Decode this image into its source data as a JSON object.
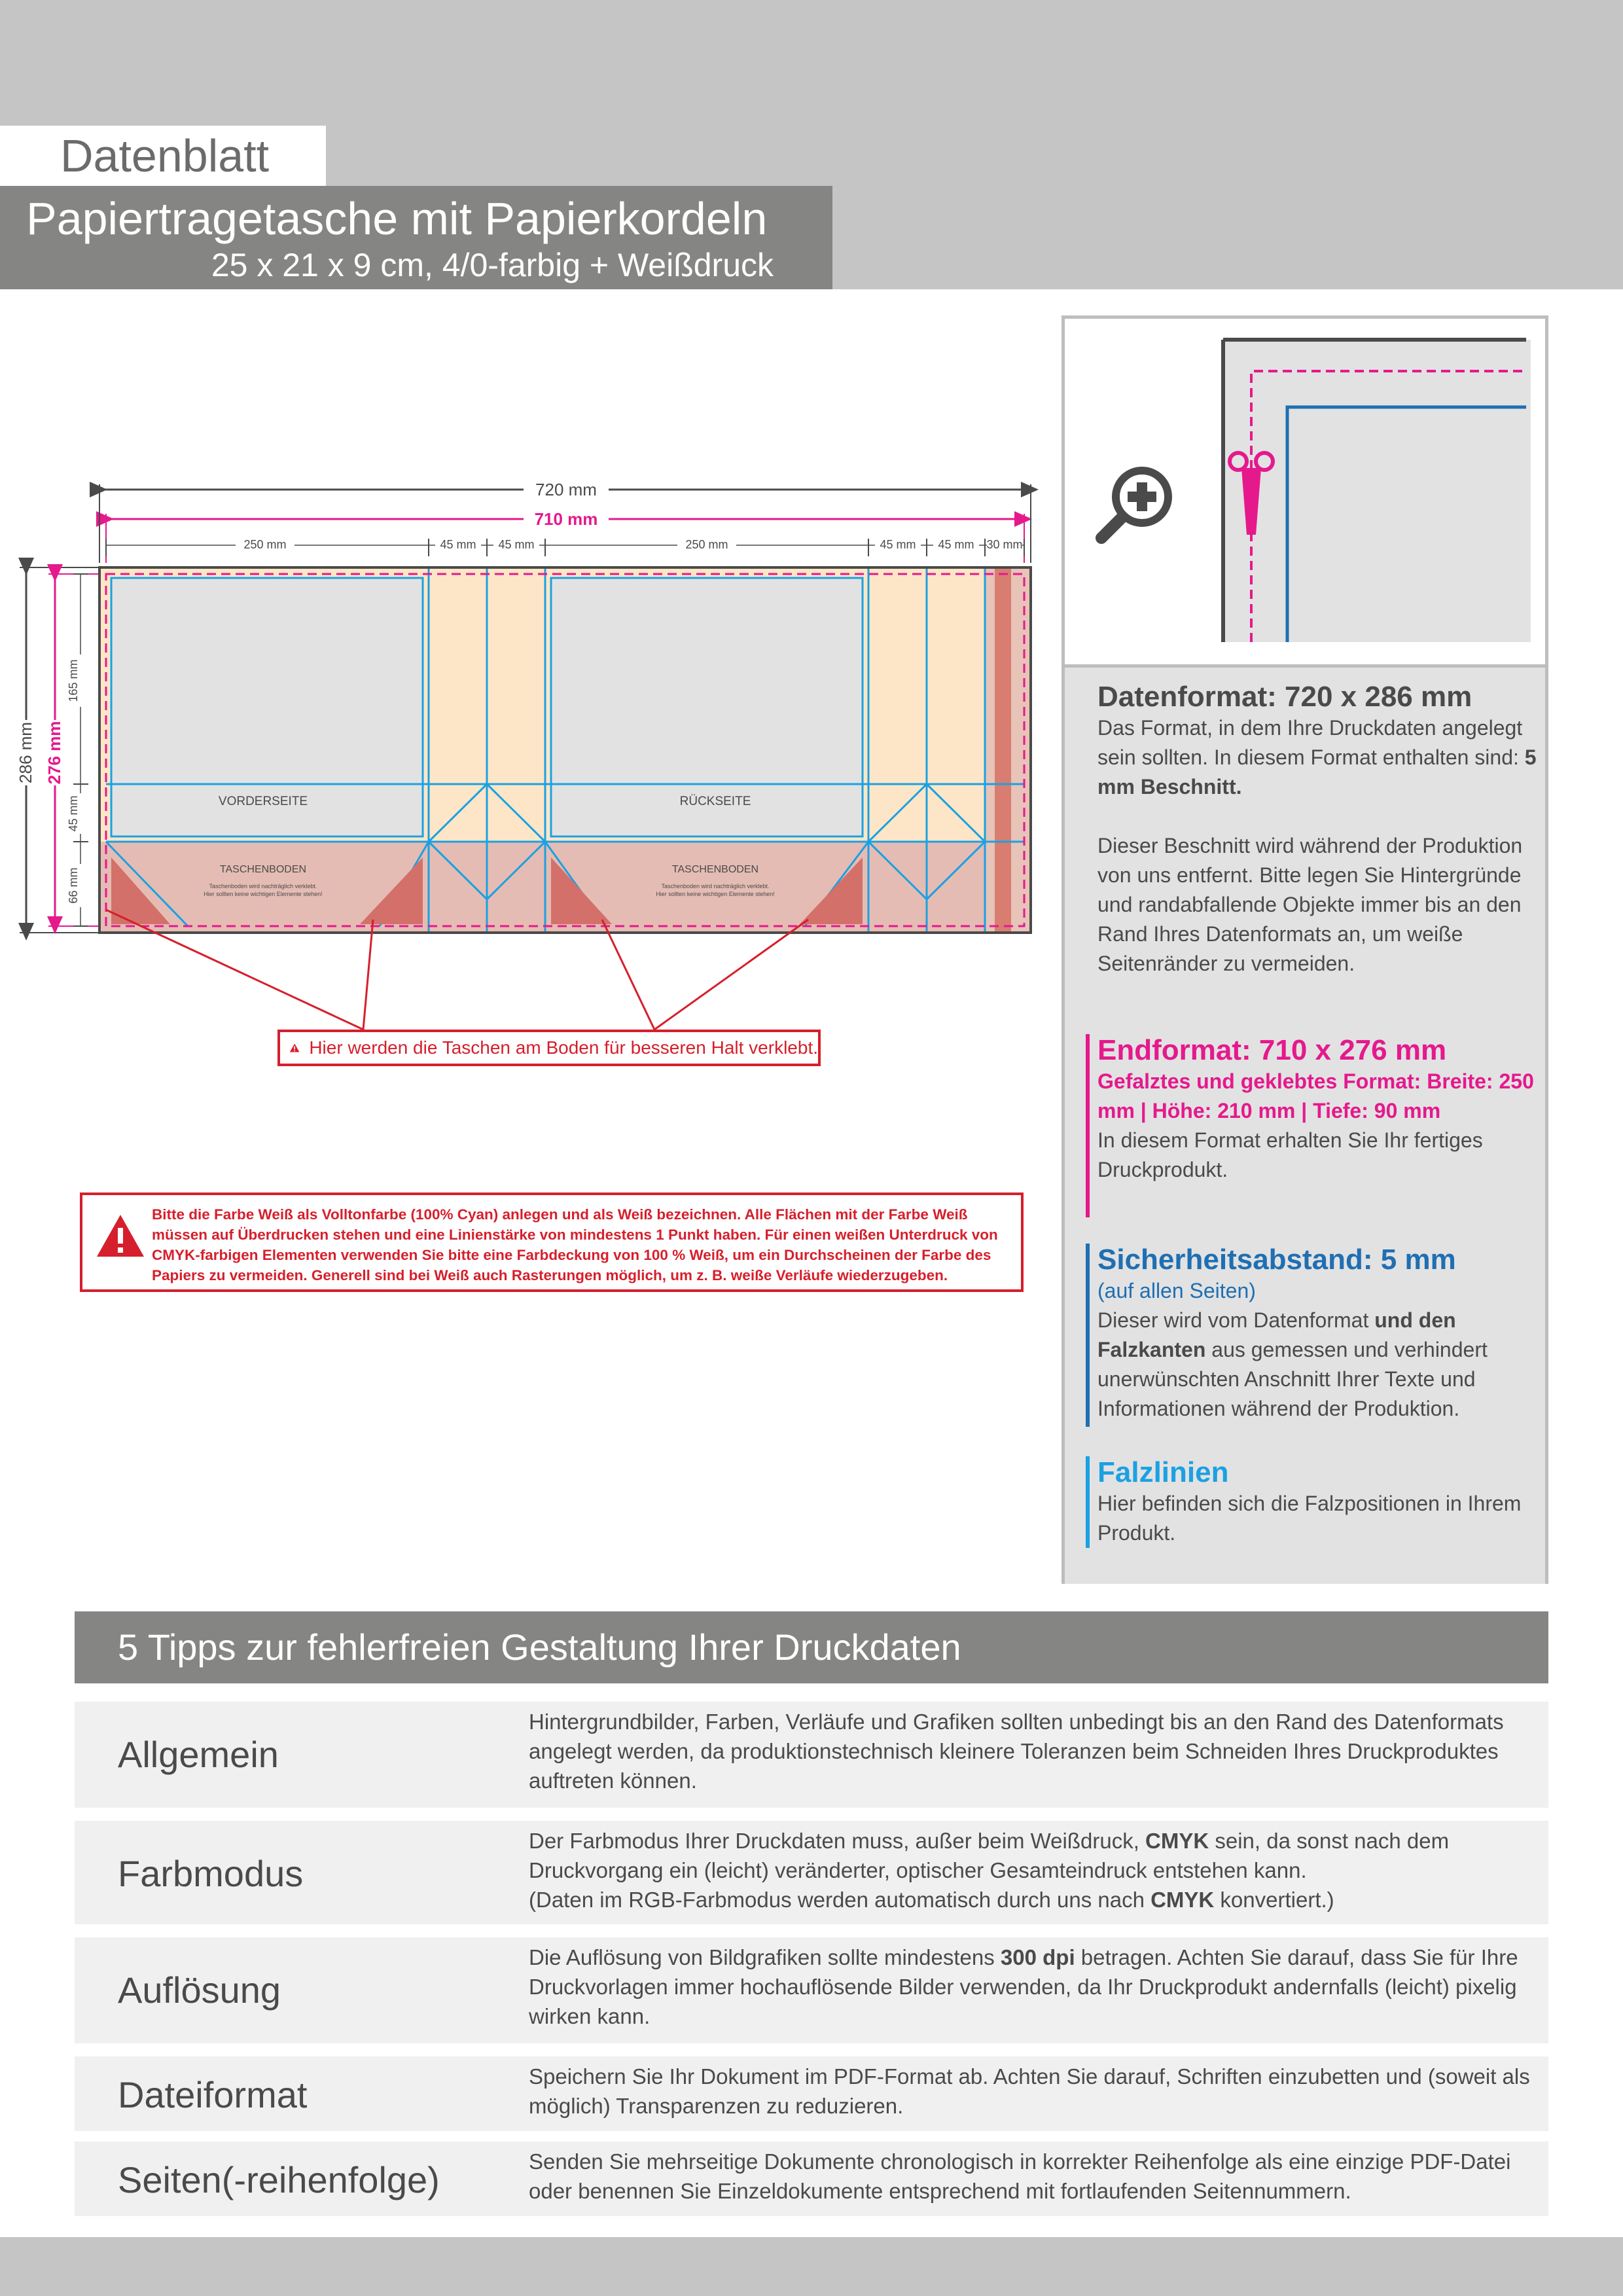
{
  "header": {
    "label": "Datenblatt",
    "title": "Papiertragetasche mit Papierkordeln",
    "subtitle": "25 x 21 x 9 cm, 4/0-farbig + Weißdruck"
  },
  "diagram": {
    "width_total": "720 mm",
    "width_final": "710 mm",
    "seg_250_a": "250 mm",
    "seg_45_a": "45 mm",
    "seg_45_b": "45 mm",
    "seg_250_b": "250 mm",
    "seg_45_c": "45 mm",
    "seg_45_d": "45 mm",
    "seg_30": "30 mm",
    "height_total": "286 mm",
    "height_final": "276 mm",
    "h_165": "165 mm",
    "h_45": "45 mm",
    "h_66": "66 mm",
    "front_label": "VORDERSEITE",
    "back_label": "RÜCKSEITE",
    "bottom_label_a": "TASCHENBODEN",
    "bottom_label_b": "TASCHENBODEN",
    "bottom_note_a1": "Taschenboden wird nachträglich verklebt.",
    "bottom_note_a2": "Hier sollten keine wichtigen Elemente stehen!",
    "bottom_note_b1": "Taschenboden wird nachträglich verklebt.",
    "bottom_note_b2": "Hier sollten keine wichtigen Elemente stehen!"
  },
  "warnings": {
    "glue": "Hier werden die Taschen am Boden für besseren Halt verklebt.",
    "white": "Bitte die Farbe Weiß als Volltonfarbe (100% Cyan) anlegen und als Weiß bezeichnen. Alle Flächen mit der Farbe Weiß müssen auf  Überdrucken stehen und eine Linienstärke von mindestens 1 Punkt haben. Für einen weißen Unterdruck von CMYK-farbigen Elementen verwenden Sie bitte eine Farbdeckung von 100 % Weiß, um ein Durchscheinen der Farbe des Papiers zu vermeiden. Generell sind bei Weiß auch Rasterungen möglich, um z. B. weiße Verläufe wiederzugeben."
  },
  "panel": {
    "datenformat_title": "Datenformat: 720 x 286 mm",
    "datenformat_text1": "Das Format, in dem Ihre Druckdaten angelegt sein sollten. In diesem Format enthalten sind: ",
    "datenformat_bold": "5 mm Beschnitt.",
    "datenformat_text2": "Dieser Beschnitt wird während der Produktion von uns entfernt. Bitte legen Sie Hintergründe und randabfallende Objekte immer bis an den Rand Ihres Datenformats an, um weiße Seitenränder zu vermeiden.",
    "endformat_title": "Endformat: 710 x 276 mm",
    "endformat_sub": "Gefalztes und geklebtes Format: Breite: 250 mm | Höhe: 210 mm | Tiefe: 90 mm",
    "endformat_text": "In diesem Format erhalten Sie Ihr fertiges Druckprodukt.",
    "sicherheit_title": "Sicherheitsabstand: 5 mm",
    "sicherheit_sub": "(auf allen Seiten)",
    "sicherheit_text1": "Dieser wird vom Datenformat ",
    "sicherheit_bold": "und den Falzkanten",
    "sicherheit_text2": " aus gemessen und verhindert unerwünschten Anschnitt Ihrer Texte und Informationen während der Produktion.",
    "falz_title": "Falzlinien",
    "falz_text": "Hier befinden sich die Falzpositionen in Ihrem Produkt.",
    "colors": {
      "magenta": "#e5198c",
      "blue": "#1f6fb2",
      "cyan": "#1ba1e2",
      "dark": "#4a4a4a"
    }
  },
  "tips": {
    "heading": "5 Tipps zur fehlerfreien Gestaltung Ihrer Druckdaten",
    "rows": [
      {
        "key": "Allgemein",
        "text": "Hintergrundbilder, Farben, Verläufe und Grafiken sollten unbedingt bis an den Rand des Datenformats angelegt werden, da produktionstechnisch kleinere Toleranzen beim Schneiden Ihres Druckproduktes auftreten können."
      },
      {
        "key": "Farbmodus",
        "t1": "Der Farbmodus Ihrer Druckdaten muss, außer beim Weißdruck, ",
        "b1": "CMYK",
        "t2": " sein, da sonst nach dem Druckvorgang ein (leicht) veränderter, optischer Gesamteindruck entstehen kann.",
        "t3": "(Daten im RGB-Farbmodus werden automatisch durch uns nach ",
        "b2": "CMYK",
        "t4": " konvertiert.)"
      },
      {
        "key": "Auflösung",
        "t1": "Die Auflösung von Bildgrafiken sollte mindestens ",
        "b1": "300 dpi",
        "t2": " betragen. Achten Sie darauf, dass Sie für Ihre Druckvorlagen immer hochauflösende Bilder verwenden, da Ihr Druckprodukt andernfalls (leicht) pixelig wirken kann."
      },
      {
        "key": "Dateiformat",
        "text": "Speichern Sie Ihr Dokument im PDF-Format ab. Achten Sie darauf, Schriften einzubetten und (soweit als möglich) Transparenzen zu reduzieren."
      },
      {
        "key": "Seiten(-reihenfolge)",
        "text": "Senden Sie mehrseitige Dokumente chronologisch in korrekter Reihenfolge als eine einzige PDF-Datei oder benennen Sie Einzeldokumente entsprechend mit fortlaufenden Seitennummern."
      }
    ]
  }
}
